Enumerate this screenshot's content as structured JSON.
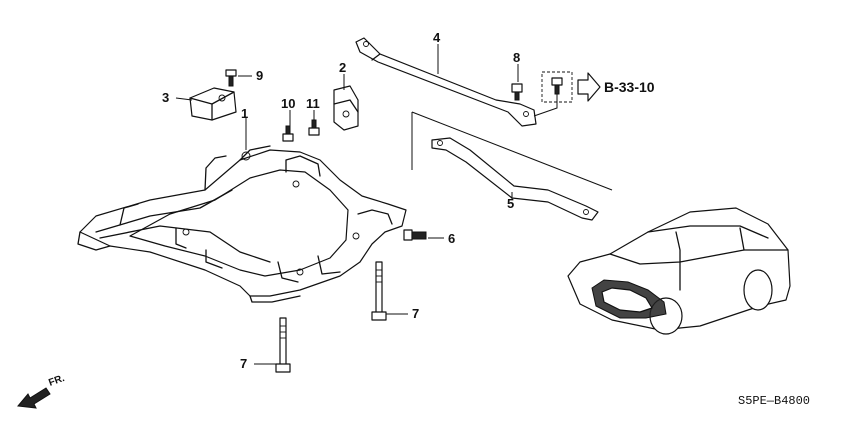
{
  "callouts": {
    "c1": "1",
    "c2": "2",
    "c3": "3",
    "c4": "4",
    "c5": "5",
    "c6": "6",
    "c7a": "7",
    "c7b": "7",
    "c8": "8",
    "c9": "9",
    "c10": "10",
    "c11": "11"
  },
  "reference": "B-33-10",
  "front_label": "FR.",
  "diagram_code": "S5PE—B4800"
}
